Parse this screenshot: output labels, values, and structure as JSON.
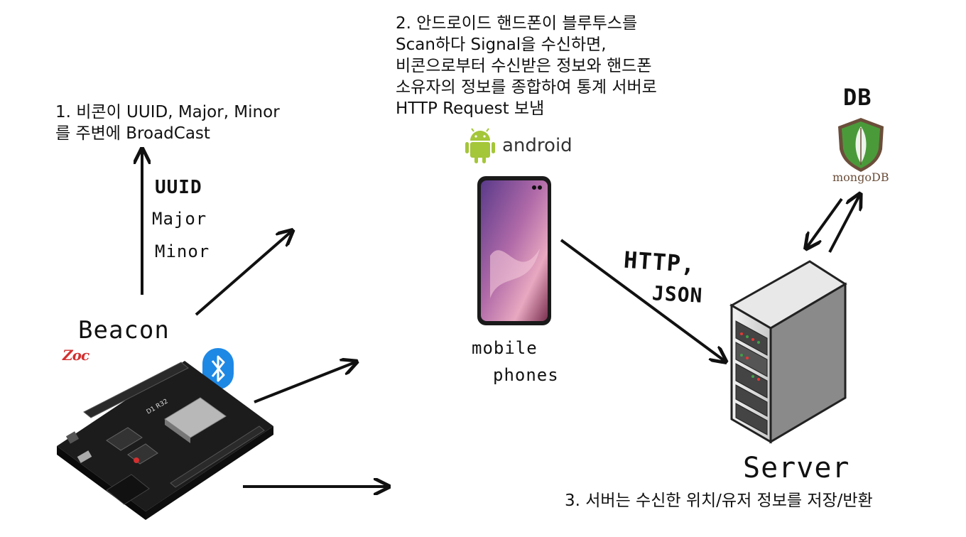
{
  "captions": {
    "step1_line1": "1. 비콘이 UUID, Major, Minor",
    "step1_line2": "를 주변에 BroadCast",
    "step2_line1": "2. 안드로이드 핸드폰이 블루투스를",
    "step2_line2": "Scan하다 Signal을 수신하면,",
    "step2_line3": "비콘으로부터 수신받은 정보와 핸드폰",
    "step2_line4": "소유자의 정보를 종합하여 통계 서버로",
    "step2_line5": "HTTP Request 보냄",
    "step3": "3. 서버는 수신한 위치/유저 정보를 저장/반환"
  },
  "handwritten": {
    "uuid": "UUID",
    "major": "Major",
    "minor": "Minor",
    "beacon": "Beacon",
    "mobile": "mobile",
    "phones": "phones",
    "http": "HTTP,",
    "json": "JSON",
    "db": "DB",
    "server": "Server"
  },
  "logos": {
    "android_text": "android",
    "mongo_text": "mongoDB",
    "zoc_text": "Zoc",
    "board_label": "D1 R32"
  },
  "colors": {
    "android_green": "#a4c639",
    "bluetooth_blue": "#1e88e5",
    "mongo_green": "#4a9a3a",
    "mongo_brown": "#6b4e3a",
    "board_dark": "#1c1c1c",
    "zoc_red": "#d32f2f",
    "zoc_blue": "#1a3a8f"
  },
  "icons": [
    "android-icon",
    "bluetooth-icon",
    "mongodb-leaf-icon",
    "server-icon",
    "smartphone-image",
    "beacon-board-image"
  ]
}
